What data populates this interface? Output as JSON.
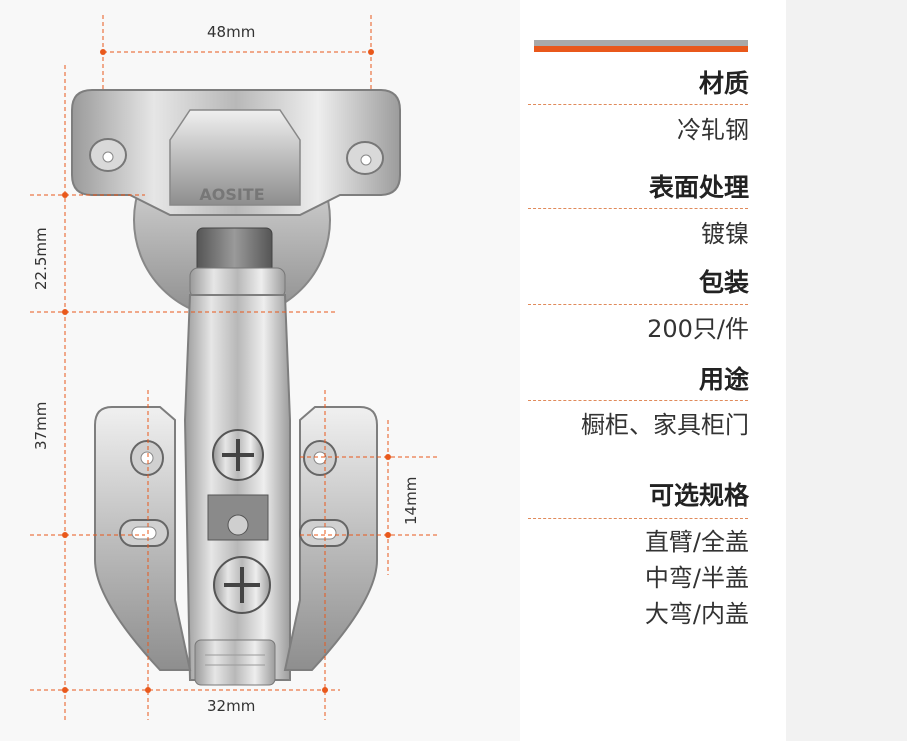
{
  "dimensions": {
    "top_width": "48mm",
    "upper_height": "22.5mm",
    "lower_height": "37mm",
    "hole_spacing": "14mm",
    "bottom_width": "32mm"
  },
  "product": {
    "brand_mark": "AOSITE",
    "accent_colors": {
      "gray": "#a9a9a9",
      "orange": "#e9581b"
    }
  },
  "specs": [
    {
      "label": "材质",
      "value": "冷轧钢"
    },
    {
      "label": "表面处理",
      "value": "镀镍"
    },
    {
      "label": "包装",
      "value": "200只/件"
    },
    {
      "label": "用途",
      "value": "橱柜、家具柜门"
    },
    {
      "label": "可选规格",
      "values": [
        "直臂/全盖",
        "中弯/半盖",
        "大弯/内盖"
      ]
    }
  ]
}
